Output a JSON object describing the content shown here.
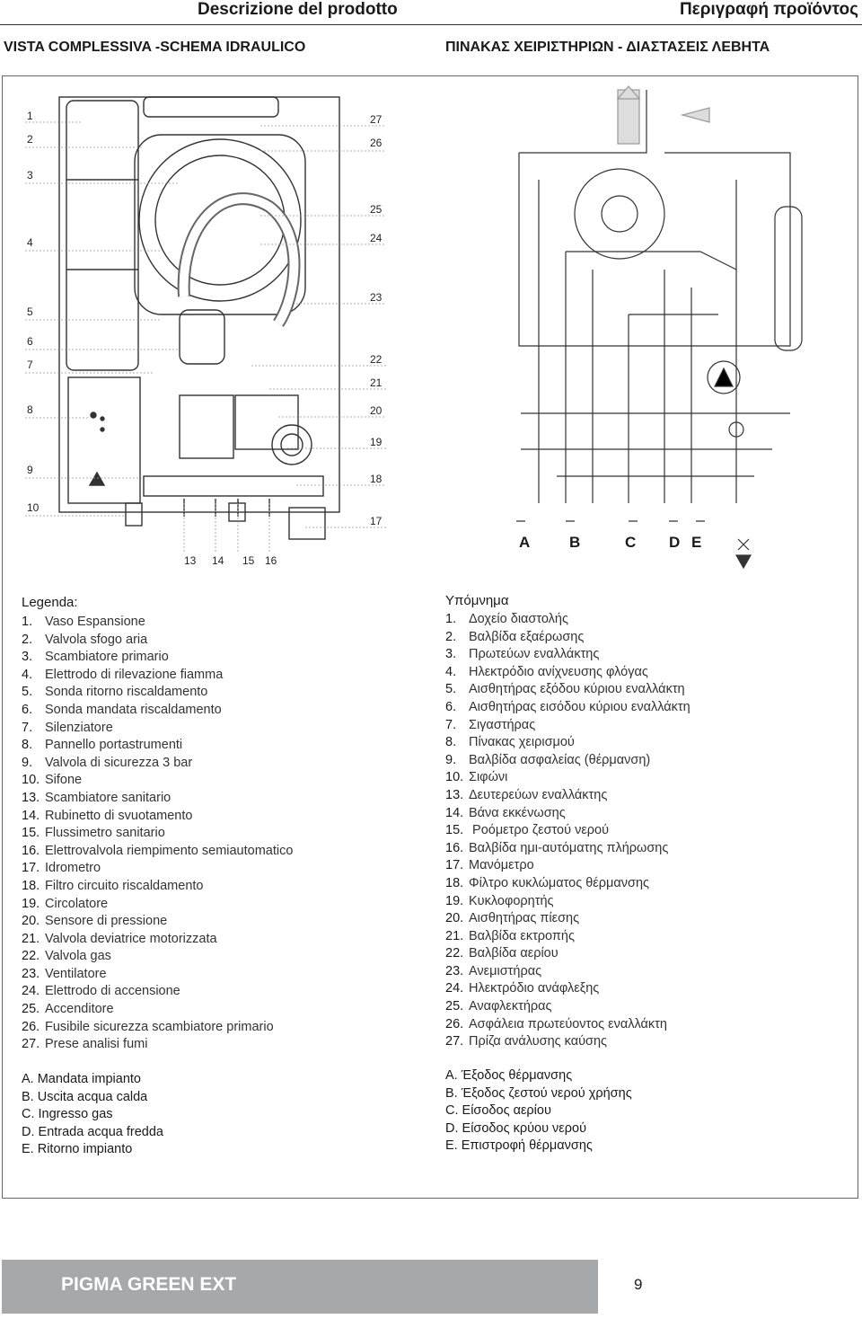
{
  "header": {
    "title_it": "Descrizione del prodotto",
    "title_gr": "Περιγραφή προϊόντος",
    "subtitle_it": "VISTA COMPLESSIVA -SCHEMA IDRAULICO",
    "subtitle_gr": "ΠΙΝΑΚΑΣ ΧΕΙΡΙΣΤΗΡΙΩΝ - ΔΙΑΣΤΑΣΕΙΣ ΛΕΒΗΤΑ"
  },
  "diagram": {
    "left_callouts": [
      "1",
      "2",
      "3",
      "4",
      "5",
      "6",
      "7",
      "8",
      "9",
      "10"
    ],
    "right_callouts": [
      "27",
      "26",
      "25",
      "24",
      "23",
      "22",
      "21",
      "20",
      "19",
      "18",
      "17"
    ],
    "bottom_callouts": [
      "13",
      "14",
      "15",
      "16"
    ],
    "connections": [
      "A",
      "B",
      "C",
      "D",
      "E"
    ]
  },
  "legend_it": {
    "title": "Legenda:",
    "items": [
      {
        "n": "1.",
        "t": "Vaso Espansione"
      },
      {
        "n": "2.",
        "t": "Valvola sfogo aria"
      },
      {
        "n": "3.",
        "t": "Scambiatore primario"
      },
      {
        "n": "4.",
        "t": "Elettrodo di rilevazione fiamma"
      },
      {
        "n": "5.",
        "t": "Sonda ritorno riscaldamento"
      },
      {
        "n": "6.",
        "t": "Sonda mandata riscaldamento"
      },
      {
        "n": "7.",
        "t": "Silenziatore"
      },
      {
        "n": "8.",
        "t": "Pannello portastrumenti"
      },
      {
        "n": "9.",
        "t": "Valvola di sicurezza 3 bar"
      },
      {
        "n": "10.",
        "t": "Sifone"
      },
      {
        "n": "13.",
        "t": "Scambiatore sanitario"
      },
      {
        "n": "14.",
        "t": "Rubinetto di svuotamento"
      },
      {
        "n": "15.",
        "t": "Flussimetro sanitario"
      },
      {
        "n": "16.",
        "t": "Elettrovalvola riempimento semiautomatico"
      },
      {
        "n": "17.",
        "t": "Idrometro"
      },
      {
        "n": "18.",
        "t": "Filtro circuito riscaldamento"
      },
      {
        "n": "19.",
        "t": "Circolatore"
      },
      {
        "n": "20.",
        "t": "Sensore di pressione"
      },
      {
        "n": "21.",
        "t": "Valvola deviatrice motorizzata"
      },
      {
        "n": "22.",
        "t": "Valvola gas"
      },
      {
        "n": "23.",
        "t": "Ventilatore"
      },
      {
        "n": "24.",
        "t": "Elettrodo di accensione"
      },
      {
        "n": "25.",
        "t": "Accenditore"
      },
      {
        "n": "26.",
        "t": "Fusibile sicurezza scambiatore primario"
      },
      {
        "n": "27.",
        "t": "Prese analisi fumi"
      }
    ],
    "connections": [
      "A. Mandata impianto",
      "B. Uscita acqua calda",
      "C. Ingresso gas",
      "D. Entrada acqua fredda",
      "E. Ritorno impianto"
    ]
  },
  "legend_gr": {
    "title": "Υπόμνημα",
    "items": [
      {
        "n": "1.",
        "t": "Δοχείο διαστολής"
      },
      {
        "n": "2.",
        "t": "Βαλβίδα εξαέρωσης"
      },
      {
        "n": "3.",
        "t": "Πρωτεύων εναλλάκτης"
      },
      {
        "n": "4.",
        "t": "Ηλεκτρόδιο ανίχνευσης φλόγας"
      },
      {
        "n": "5.",
        "t": "Αισθητήρας εξόδου κύριου εναλλάκτη"
      },
      {
        "n": "6.",
        "t": "Αισθητήρας εισόδου κύριου εναλλάκτη"
      },
      {
        "n": "7.",
        "t": "Σιγαστήρας"
      },
      {
        "n": "8.",
        "t": "Πίνακας χειρισμού"
      },
      {
        "n": "9.",
        "t": "Βαλβίδα ασφαλείας (θέρμανση)"
      },
      {
        "n": "10.",
        "t": "Σιφώνι"
      },
      {
        "n": "13.",
        "t": "Δευτερεύων εναλλάκτης"
      },
      {
        "n": "14.",
        "t": "Βάνα εκκένωσης"
      },
      {
        "n": "15.",
        "t": " Ροόμετρο ζεστού νερού"
      },
      {
        "n": "16.",
        "t": "Βαλβίδα ημι-αυτόματης πλήρωσης"
      },
      {
        "n": "17.",
        "t": "Μανόμετρο"
      },
      {
        "n": "18.",
        "t": "Φίλτρο κυκλώματος θέρμανσης"
      },
      {
        "n": "19.",
        "t": "Κυκλοφορητής"
      },
      {
        "n": "20.",
        "t": "Αισθητήρας πίεσης"
      },
      {
        "n": "21.",
        "t": "Βαλβίδα εκτροπής"
      },
      {
        "n": "22.",
        "t": "Βαλβίδα αερίου"
      },
      {
        "n": "23.",
        "t": "Ανεμιστήρας"
      },
      {
        "n": "24.",
        "t": "Ηλεκτρόδιο ανάφλεξης"
      },
      {
        "n": "25.",
        "t": "Αναφλεκτήρας"
      },
      {
        "n": "26.",
        "t": "Ασφάλεια πρωτεύοντος εναλλάκτη"
      },
      {
        "n": "27.",
        "t": "Πρίζα ανάλυσης καύσης"
      }
    ],
    "connections": [
      "A. Έξοδος θέρμανσης",
      "B. Έξοδος ζεστού νερού χρήσης",
      "C. Είσοδος αερίου",
      "D. Είσοδος κρύου νερού",
      "E. Επιστροφή θέρμανσης"
    ]
  },
  "footer": {
    "product": "PIGMA GREEN EXT",
    "page": "9"
  }
}
